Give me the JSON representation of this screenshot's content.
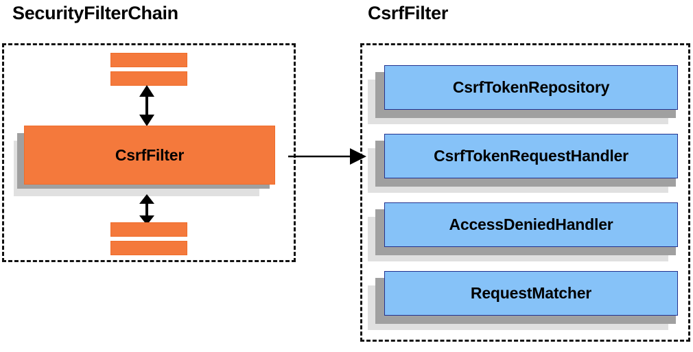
{
  "diagram": {
    "type": "component-collaboration-diagram",
    "colors": {
      "orange_fill": "#f4793c",
      "orange_border": "#ef6c2a",
      "blue_fill": "#86c2f8",
      "blue_border": "#22318e",
      "shadow_mid": "#a0a0a0",
      "shadow_back": "#e0e0e0",
      "dashed_border": "#111111",
      "background": "#ffffff",
      "text": "#000000"
    }
  },
  "left_panel": {
    "title": "SecurityFilterChain",
    "focus_component": {
      "label": "CsrfFilter"
    },
    "filter_slots_above": [
      {
        "label": ""
      },
      {
        "label": ""
      }
    ],
    "filter_slots_below": [
      {
        "label": ""
      },
      {
        "label": ""
      }
    ],
    "arrows": {
      "above_label": "",
      "below_label": ""
    }
  },
  "connector": {
    "label": "",
    "direction": "left-to-right"
  },
  "right_panel": {
    "title": "CsrfFilter",
    "collaborators": [
      {
        "label": "CsrfTokenRepository"
      },
      {
        "label": "CsrfTokenRequestHandler"
      },
      {
        "label": "AccessDeniedHandler"
      },
      {
        "label": "RequestMatcher"
      }
    ]
  }
}
